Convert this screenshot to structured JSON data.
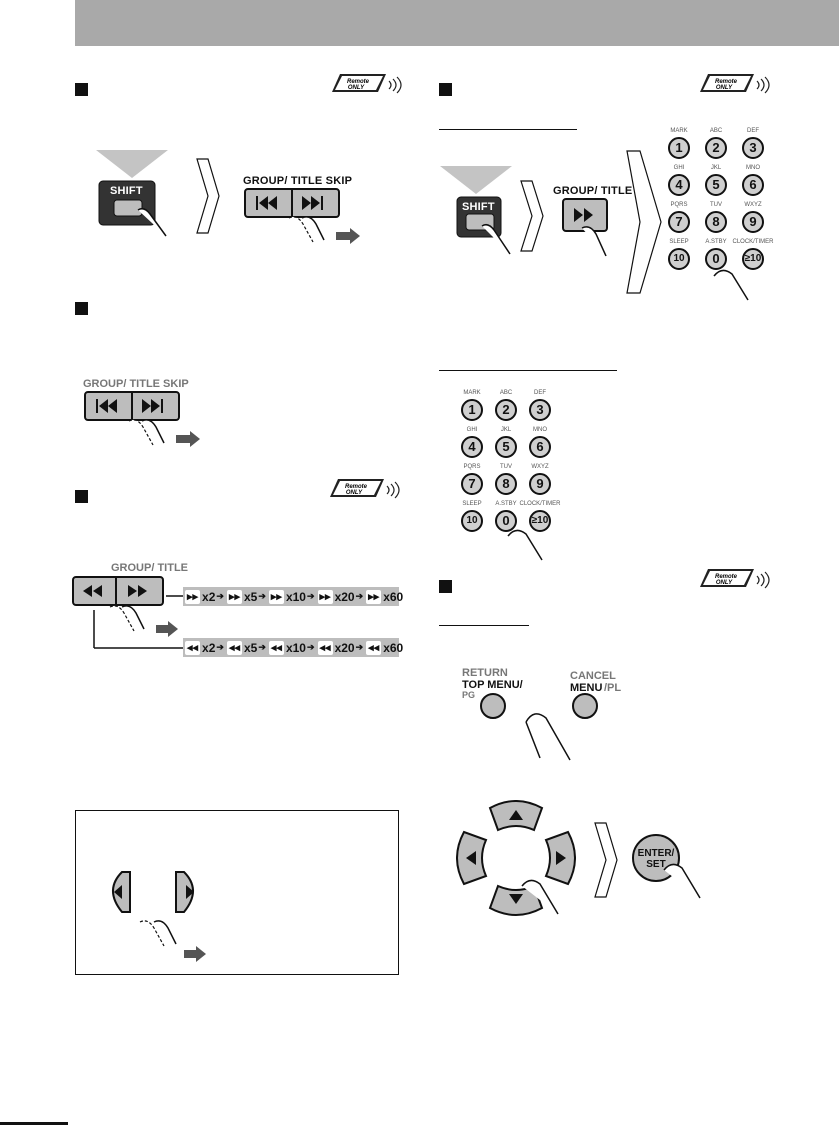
{
  "header": {
    "bar_color": "#a9a9a9"
  },
  "badges": {
    "line1": "Remote",
    "line2": "ONLY"
  },
  "left": {
    "skip_label": "GROUP/ TITLE SKIP",
    "skip_label2": "GROUP/ TITLE SKIP",
    "shift_label": "SHIFT",
    "search_label": "GROUP/ TITLE",
    "forward_speeds": [
      "x2",
      "x5",
      "x10",
      "x20",
      "x60"
    ],
    "reverse_speeds": [
      "x2",
      "x5",
      "x10",
      "x20",
      "x60"
    ]
  },
  "right": {
    "shift_label": "SHIFT",
    "group_title_label": "GROUP/ TITLE",
    "keypad": [
      {
        "label": "MARK",
        "num": "1"
      },
      {
        "label": "ABC",
        "num": "2"
      },
      {
        "label": "DEF",
        "num": "3"
      },
      {
        "label": "GHI",
        "num": "4"
      },
      {
        "label": "JKL",
        "num": "5"
      },
      {
        "label": "MNO",
        "num": "6"
      },
      {
        "label": "PQRS",
        "num": "7"
      },
      {
        "label": "TUV",
        "num": "8"
      },
      {
        "label": "WXYZ",
        "num": "9"
      },
      {
        "label": "SLEEP",
        "num": "10"
      },
      {
        "label": "A.STBY",
        "num": "0"
      },
      {
        "label": "CLOCK/TIMER",
        "num": "≥10"
      }
    ],
    "menu": {
      "return": "RETURN",
      "top_menu": "TOP MENU/",
      "pg": "PG",
      "cancel": "CANCEL",
      "menu": "MENU",
      "pl": "/PL"
    },
    "enter_line1": "ENTER/",
    "enter_line2": "SET"
  }
}
